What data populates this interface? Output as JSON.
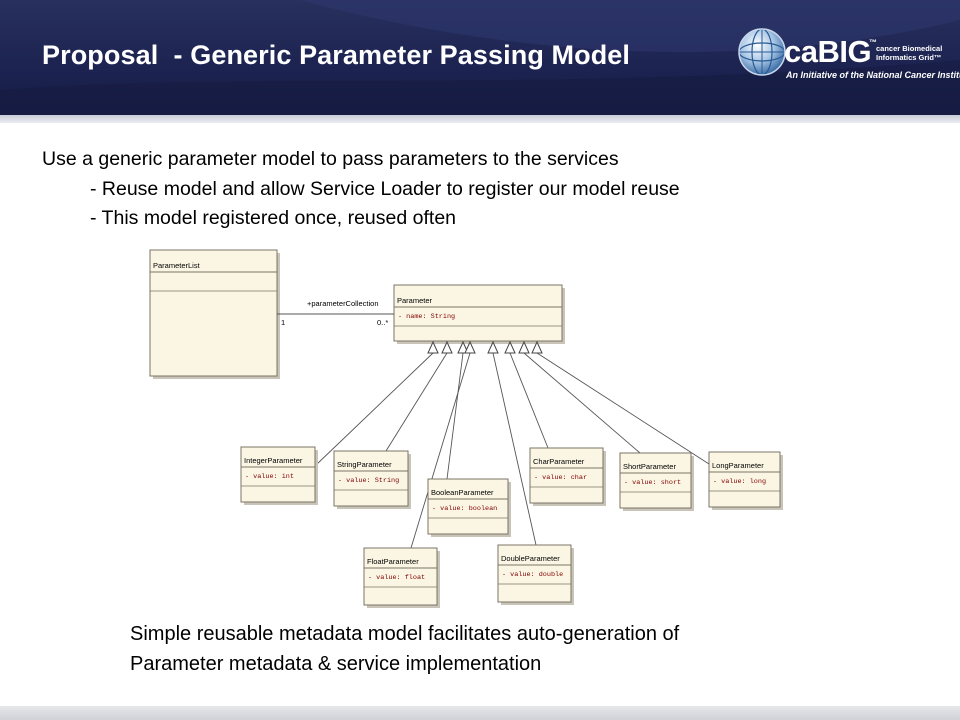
{
  "header": {
    "title": "Proposal  - Generic Parameter Passing Model",
    "logo": {
      "wordmark": "caBIG",
      "trademark": "™",
      "subtitle_line1": "cancer Biomedical",
      "subtitle_line2": "Informatics Grid™",
      "tagline": "An Initiative of the National Cancer Institute",
      "icon": "globe-icon"
    }
  },
  "body": {
    "line1": "Use a generic parameter model to pass parameters to the services",
    "line2": "- Reuse model and allow Service Loader to register our model reuse",
    "line3": "- This model registered once, reused often"
  },
  "diagram": {
    "parameter_list": {
      "name": "ParameterList"
    },
    "parameter": {
      "name": "Parameter",
      "attribute": "-   name:  String"
    },
    "association": {
      "role": "+parameterCollection",
      "source_multiplicity": "1",
      "target_multiplicity": "0..*"
    },
    "subclasses": [
      {
        "name": "IntegerParameter",
        "attribute": "-   value:  int"
      },
      {
        "name": "StringParameter",
        "attribute": "-   value:  String"
      },
      {
        "name": "BooleanParameter",
        "attribute": "-   value:  boolean"
      },
      {
        "name": "CharParameter",
        "attribute": "-   value:  char"
      },
      {
        "name": "ShortParameter",
        "attribute": "-   value:  short"
      },
      {
        "name": "LongParameter",
        "attribute": "-   value:  long"
      },
      {
        "name": "FloatParameter",
        "attribute": "-   value:  float"
      },
      {
        "name": "DoubleParameter",
        "attribute": "-   value:  double"
      }
    ],
    "colors": {
      "box_fill": "#fbf6e4",
      "box_stroke": "#7a7466",
      "shadow": "#c8c4b8",
      "attr_text": "#800000"
    }
  },
  "caption": {
    "line1": "Simple reusable metadata model facilitates auto-generation of",
    "line2": "Parameter metadata & service implementation"
  }
}
